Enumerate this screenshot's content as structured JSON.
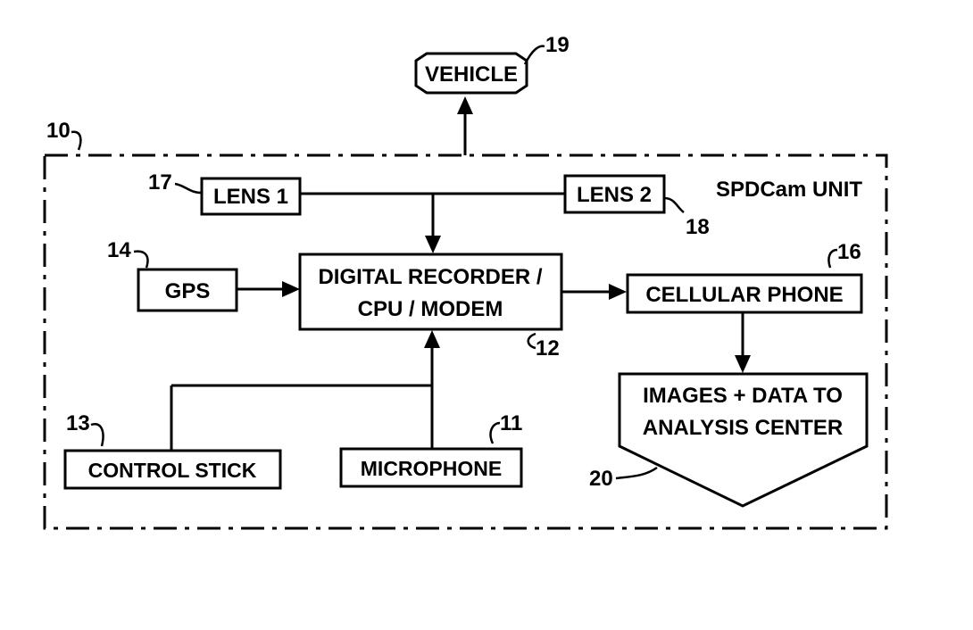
{
  "diagram": {
    "unit_label": "SPDCam UNIT",
    "vehicle": {
      "label": "VEHICLE",
      "ref": "19"
    },
    "unit_ref": "10",
    "lens1": {
      "label": "LENS 1",
      "ref": "17"
    },
    "lens2": {
      "label": "LENS 2",
      "ref": "18"
    },
    "gps": {
      "label": "GPS",
      "ref": "14"
    },
    "recorder": {
      "line1": "DIGITAL RECORDER /",
      "line2": "CPU / MODEM",
      "ref": "12"
    },
    "phone": {
      "label": "CELLULAR PHONE",
      "ref": "16"
    },
    "analysis": {
      "line1": "IMAGES + DATA TO",
      "line2": "ANALYSIS CENTER",
      "ref": "20"
    },
    "control_stick": {
      "label": "CONTROL STICK",
      "ref": "13"
    },
    "microphone": {
      "label": "MICROPHONE",
      "ref": "11"
    }
  }
}
